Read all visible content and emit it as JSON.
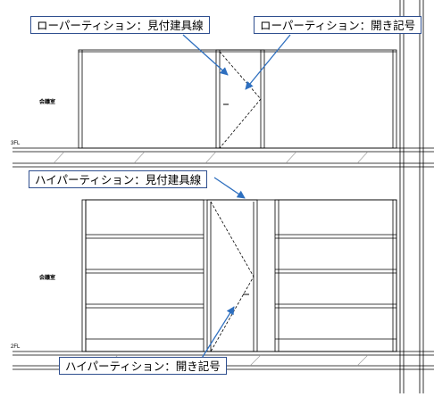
{
  "callouts": {
    "low_frame": "ローパーティション：見付建具線",
    "low_swing": "ローパーティション：開き記号",
    "high_frame": "ハイパーティション：見付建具線",
    "high_swing": "ハイパーティション：開き記号"
  },
  "rooms": {
    "upper": "会議室",
    "lower": "会議室"
  },
  "levels": {
    "upper": "3FL",
    "lower": "2FL"
  },
  "colors": {
    "line": "#000000",
    "callout_border": "#2f4f8f",
    "arrow": "#2e6fbf"
  }
}
